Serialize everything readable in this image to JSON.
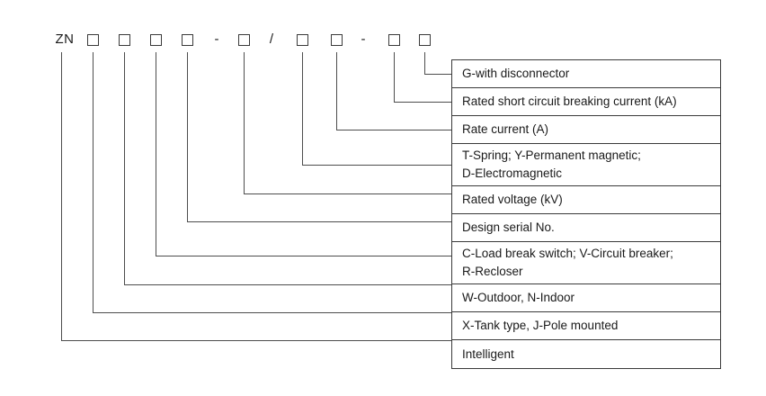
{
  "diagram": {
    "type": "model-designation-key",
    "code_sequence": [
      {
        "kind": "text",
        "value": "ZN",
        "name": "code-prefix-zn"
      },
      {
        "kind": "box",
        "value": "□",
        "name": "code-box-1"
      },
      {
        "kind": "box",
        "value": "□",
        "name": "code-box-2"
      },
      {
        "kind": "box",
        "value": "□",
        "name": "code-box-3"
      },
      {
        "kind": "box",
        "value": "□",
        "name": "code-box-4"
      },
      {
        "kind": "sep",
        "value": "-",
        "name": "code-separator-dash-1"
      },
      {
        "kind": "box",
        "value": "□",
        "name": "code-box-5"
      },
      {
        "kind": "sep",
        "value": "/",
        "name": "code-separator-slash"
      },
      {
        "kind": "box",
        "value": "□",
        "name": "code-box-6"
      },
      {
        "kind": "box",
        "value": "□",
        "name": "code-box-7"
      },
      {
        "kind": "sep",
        "value": "-",
        "name": "code-separator-dash-2"
      },
      {
        "kind": "box",
        "value": "□",
        "name": "code-box-8"
      },
      {
        "kind": "box",
        "value": "□",
        "name": "code-box-9"
      }
    ],
    "descriptions": [
      {
        "lines": [
          "G-with disconnector"
        ]
      },
      {
        "lines": [
          "Rated short circuit breaking current (kA)"
        ]
      },
      {
        "lines": [
          "Rate current (A)"
        ]
      },
      {
        "lines": [
          "T-Spring; Y-Permanent magnetic;",
          "D-Electromagnetic"
        ]
      },
      {
        "lines": [
          "Rated voltage (kV)"
        ]
      },
      {
        "lines": [
          "Design serial No."
        ]
      },
      {
        "lines": [
          "C-Load break switch; V-Circuit breaker;",
          "R-Recloser"
        ]
      },
      {
        "lines": [
          "W-Outdoor, N-Indoor"
        ]
      },
      {
        "lines": [
          "X-Tank type, J-Pole mounted"
        ]
      },
      {
        "lines": [
          "Intelligent"
        ]
      }
    ],
    "colors": {
      "line": "#4d4d4d",
      "border": "#3a3a3a",
      "text": "#1a1a1a",
      "background": "#ffffff"
    }
  }
}
